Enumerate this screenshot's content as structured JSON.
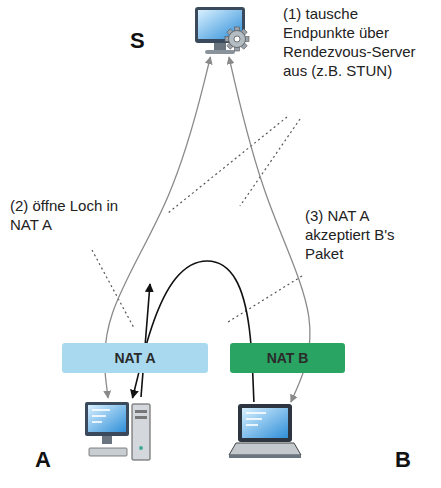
{
  "diagram": {
    "nodes": [
      {
        "text": [
          "S"
        ]
      },
      {
        "text": [
          "NAT A"
        ]
      },
      {
        "text": [
          "NAT B"
        ]
      },
      {
        "text": [
          "A"
        ]
      },
      {
        "text": [
          "B"
        ]
      }
    ],
    "edges": [
      {
        "from": 0,
        "to": 3,
        "arrow": "both"
      },
      {
        "from": 0,
        "to": 4,
        "arrow": "both"
      },
      {
        "from": 4,
        "to": 3,
        "arrow": "to"
      }
    ],
    "labels": [
      "(1) tausche Endpunkte über Rendezvous-Server aus (z.B. STUN)",
      "(2) öffne Loch in NAT A",
      "(3) NAT A akzeptiert B's Paket"
    ]
  }
}
